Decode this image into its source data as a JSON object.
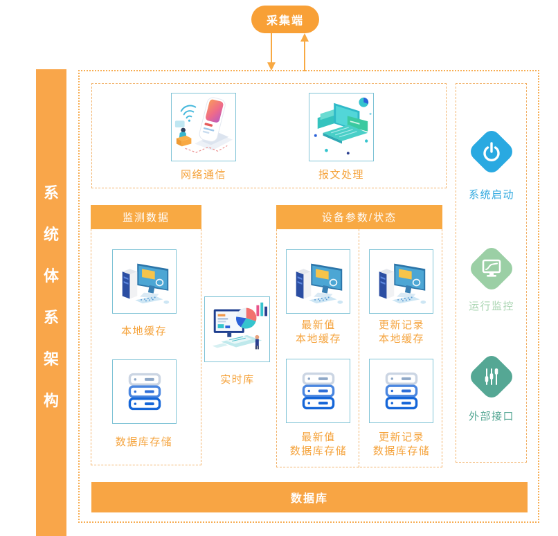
{
  "diagram": {
    "side_title_chars": [
      "系",
      "统",
      "体",
      "系",
      "架",
      "构"
    ],
    "collector": {
      "label": "采集端"
    },
    "comm_row": {
      "items": [
        {
          "label": "网络通信",
          "icon": "phone-illustration"
        },
        {
          "label": "报文处理",
          "icon": "laptop-illustration"
        }
      ]
    },
    "monitoring_section": {
      "header": "监测数据",
      "items": [
        {
          "label": "本地缓存",
          "icon": "computer-illustration"
        },
        {
          "label": "数据库存储",
          "icon": "server-stack-icon"
        }
      ]
    },
    "realtime": {
      "label": "实时库",
      "icon": "dashboard-illustration"
    },
    "device_section": {
      "header": "设备参数/状态",
      "items": [
        {
          "line1": "最新值",
          "line2": "本地缓存",
          "icon": "computer-illustration"
        },
        {
          "line1": "更新记录",
          "line2": "本地缓存",
          "icon": "computer-illustration"
        },
        {
          "line1": "最新值",
          "line2": "数据库存储",
          "icon": "server-stack-icon"
        },
        {
          "line1": "更新记录",
          "line2": "数据库存储",
          "icon": "server-stack-icon"
        }
      ]
    },
    "right_rail": {
      "items": [
        {
          "label": "系统启动",
          "icon": "power-icon",
          "icon_color": "#29A9E1",
          "label_color": "#2FA8DF"
        },
        {
          "label": "运行监控",
          "icon": "monitor-curve-icon",
          "icon_color": "#9BCFA5",
          "label_color": "#A8D4B0"
        },
        {
          "label": "外部接口",
          "icon": "sliders-icon",
          "icon_color": "#55A794",
          "label_color": "#55A794"
        }
      ]
    },
    "bottom_bar": {
      "label": "数据库"
    },
    "colors": {
      "orange": "#F8A544",
      "orange_dotted_border": "#F7AD52",
      "image_box_border": "#7FC3D6",
      "blue_icon": "#29A9E1",
      "green_icon": "#9BCFA5",
      "teal_icon": "#55A794"
    }
  }
}
